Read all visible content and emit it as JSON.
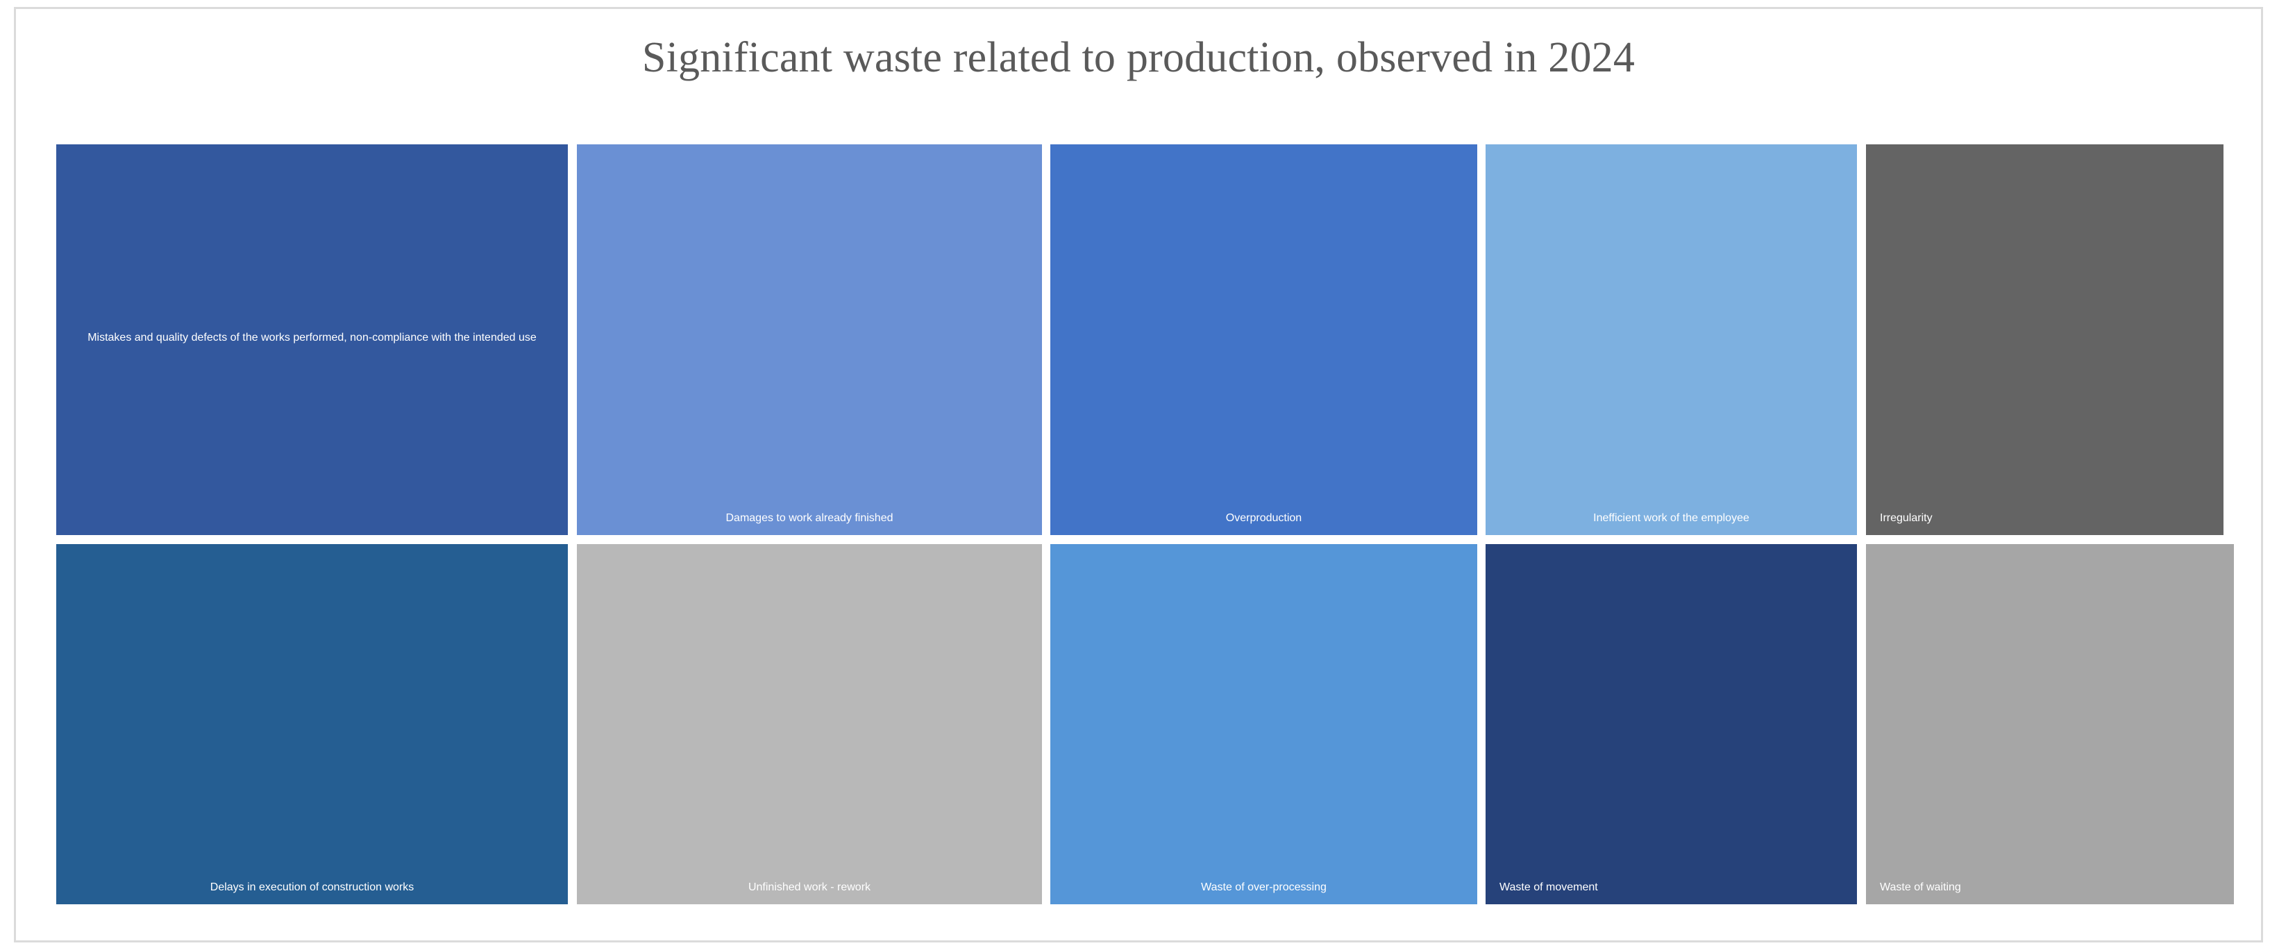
{
  "chart_data": {
    "type": "treemap",
    "title": "Significant waste related to production, observed in 2024",
    "title_color": "#5a5a5a",
    "background": "#ffffff",
    "border_color": "#dbdbdb",
    "label_color": "#ffffff",
    "rows": 2,
    "columns": 5,
    "labels_shown": true,
    "values_shown": false,
    "legend": "none",
    "grid": false,
    "tiles": [
      {
        "label": "Mistakes and quality defects of the works performed, non-compliance with the intended use",
        "color": "#33589e",
        "row": 1,
        "column": 1,
        "align": "center",
        "vertical_align": "middle"
      },
      {
        "label": "Damages to work already finished",
        "color": "#6a90d4",
        "row": 1,
        "column": 2,
        "align": "center",
        "vertical_align": "bottom"
      },
      {
        "label": "Overproduction",
        "color": "#4274c8",
        "row": 1,
        "column": 3,
        "align": "center",
        "vertical_align": "bottom"
      },
      {
        "label": "Inefficient work of the employee",
        "color": "#7db0e0",
        "row": 1,
        "column": 4,
        "align": "center",
        "vertical_align": "bottom"
      },
      {
        "label": "Irregularity",
        "color": "#646464",
        "row": 1,
        "column": 5,
        "align": "left",
        "vertical_align": "bottom"
      },
      {
        "label": "Delays in execution of construction works",
        "color": "#255e92",
        "row": 2,
        "column": 1,
        "align": "center",
        "vertical_align": "bottom"
      },
      {
        "label": "Unfinished work - rework",
        "color": "#b8b8b8",
        "row": 2,
        "column": 2,
        "align": "center",
        "vertical_align": "bottom"
      },
      {
        "label": "Waste of over-processing",
        "color": "#5596d8",
        "row": 2,
        "column": 3,
        "align": "center",
        "vertical_align": "bottom"
      },
      {
        "label": "Waste of movement",
        "color": "#26427a",
        "row": 2,
        "column": 4,
        "align": "left",
        "vertical_align": "bottom"
      },
      {
        "label": "Waste of waiting",
        "color": "#a6a6a6",
        "row": 2,
        "column": 5,
        "align": "left",
        "vertical_align": "bottom"
      }
    ]
  }
}
